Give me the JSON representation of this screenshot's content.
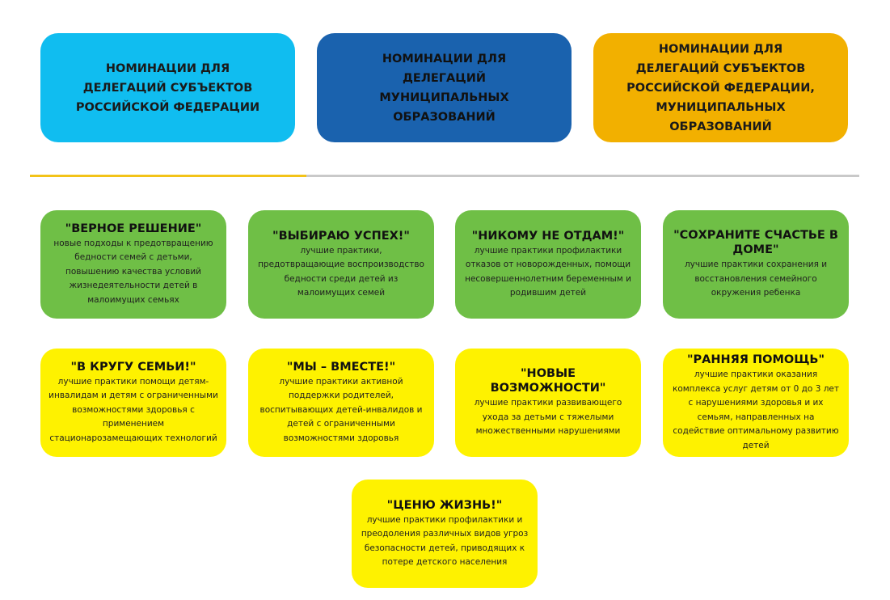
{
  "tabs": [
    {
      "label": "НОМИНАЦИИ ДЛЯ ДЕЛЕГАЦИЙ СУБЪЕКТОВ РОССИЙСКОЙ ФЕДЕРАЦИИ",
      "color": "#10bdf0"
    },
    {
      "label": "НОМИНАЦИИ ДЛЯ ДЕЛЕГАЦИЙ МУНИЦИПАЛЬНЫХ ОБРАЗОВАНИЙ",
      "color": "#1a62ae"
    },
    {
      "label": "НОМИНАЦИИ ДЛЯ ДЕЛЕГАЦИЙ СУБЪЕКТОВ РОССИЙСКОЙ ФЕДЕРАЦИИ, МУНИЦИПАЛЬНЫХ ОБРАЗОВАНИЙ",
      "color": "#f2b000"
    }
  ],
  "divider": {
    "progress": 0.333,
    "fill_color": "#f3c318",
    "track_color": "#c9c9c9"
  },
  "nominations": [
    {
      "title": "\"ВЕРНОЕ РЕШЕНИЕ\"",
      "description": "новые подходы к предотвращению бедности семей с детьми, повышению качества условий жизнедеятельности детей в малоимущих семьях"
    },
    {
      "title": "\"ВЫБИРАЮ УСПЕХ!\"",
      "description": "лучшие практики, предотвращающие воспроизводство бедности среди детей из малоимущих семей"
    },
    {
      "title": "\"НИКОМУ НЕ ОТДАМ!\"",
      "description": "лучшие практики профилактики отказов от новорожденных, помощи несовершеннолетним беременным и родившим детей"
    },
    {
      "title": "\"СОХРАНИТЕ СЧАСТЬЕ В ДОМЕ\"",
      "description": "лучшие практики сохранения и восстановления семейного окружения ребенка"
    },
    {
      "title": "\"В КРУГУ СЕМЬИ!\"",
      "description": "лучшие практики помощи детям-инвалидам и детям с ограниченными возможностями здоровья с применением стационарозамещающих технологий"
    },
    {
      "title": "\"МЫ – ВМЕСТЕ!\"",
      "description": "лучшие практики активной поддержки родителей, воспитывающих детей-инвалидов и детей с ограниченными возможностями здоровья"
    },
    {
      "title": "\"НОВЫЕ ВОЗМОЖНОСТИ\"",
      "description": "лучшие практики развивающего ухода за детьми с тяжелыми множественными нарушениями"
    },
    {
      "title": "\"РАННЯЯ ПОМОЩЬ\"",
      "description": "лучшие практики оказания комплекса услуг детям от 0 до 3 лет с нарушениями здоровья и их семьям, направленных на содействие оптимальному развитию детей"
    },
    {
      "title": "\"ЦЕНЮ ЖИЗНЬ!\"",
      "description": "лучшие практики профилактики и преодоления различных видов угроз безопасности детей, приводящих к потере детского населения"
    }
  ],
  "colors": {
    "card_green": "#6fbf46",
    "card_yellow": "#fef200"
  }
}
